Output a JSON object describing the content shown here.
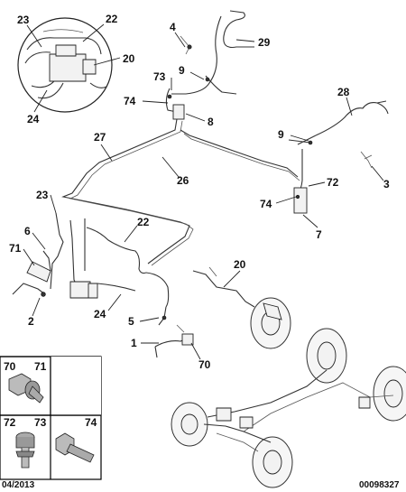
{
  "diagram": {
    "callouts": {
      "c1": "1",
      "c2": "2",
      "c3": "3",
      "c4": "4",
      "c5": "5",
      "c6": "6",
      "c7": "7",
      "c8": "8",
      "c9a": "9",
      "c9b": "9",
      "c20a": "20",
      "c20b": "20",
      "c22a": "22",
      "c22b": "22",
      "c23a": "23",
      "c23b": "23",
      "c24a": "24",
      "c24b": "24",
      "c26": "26",
      "c27": "27",
      "c28": "28",
      "c29": "29",
      "c70": "70",
      "c71": "71",
      "c72": "72",
      "c73": "73",
      "c74a": "74",
      "c74b": "74"
    },
    "fastener_grid": {
      "cells": [
        {
          "labels": [
            "70",
            "71"
          ],
          "icon": "hex-bolt-with-washer-icon"
        },
        {
          "labels": [
            "72",
            "73"
          ],
          "icon": "flange-screw-with-clip-icon"
        },
        {
          "labels": [
            "74"
          ],
          "icon": "hex-bolt-icon"
        }
      ]
    },
    "footer": {
      "date": "04/2013",
      "reference": "00098327"
    }
  }
}
